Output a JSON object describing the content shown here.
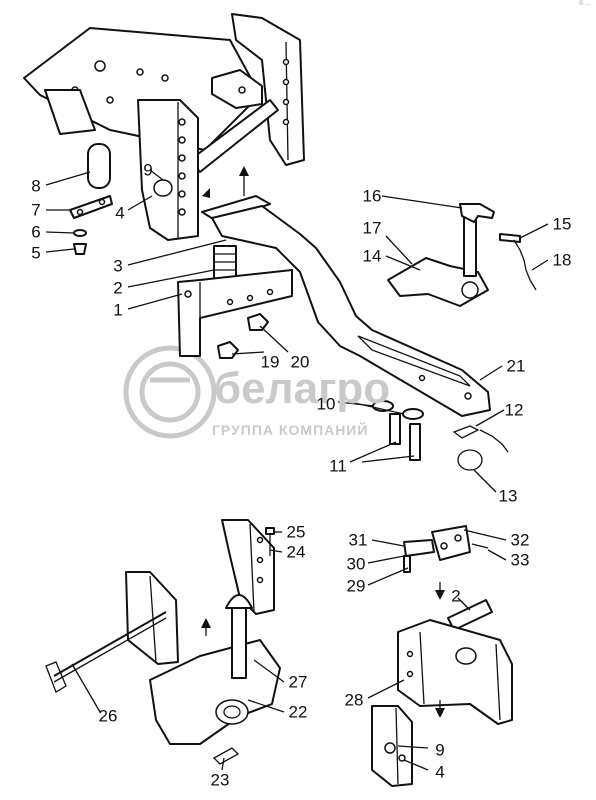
{
  "watermark": {
    "brand": "белагро",
    "tagline": "ГРУППА КОМПАНИЙ"
  },
  "corner_mark": "© ...",
  "callouts": [
    "8",
    "7",
    "6",
    "5",
    "9",
    "4",
    "3",
    "2",
    "1",
    "19",
    "20",
    "21",
    "16",
    "17",
    "14",
    "15",
    "18",
    "10",
    "12",
    "11",
    "13",
    "26",
    "23",
    "25",
    "24",
    "27",
    "22",
    "31",
    "30",
    "29",
    "32",
    "33",
    "2",
    "28",
    "9",
    "4"
  ]
}
